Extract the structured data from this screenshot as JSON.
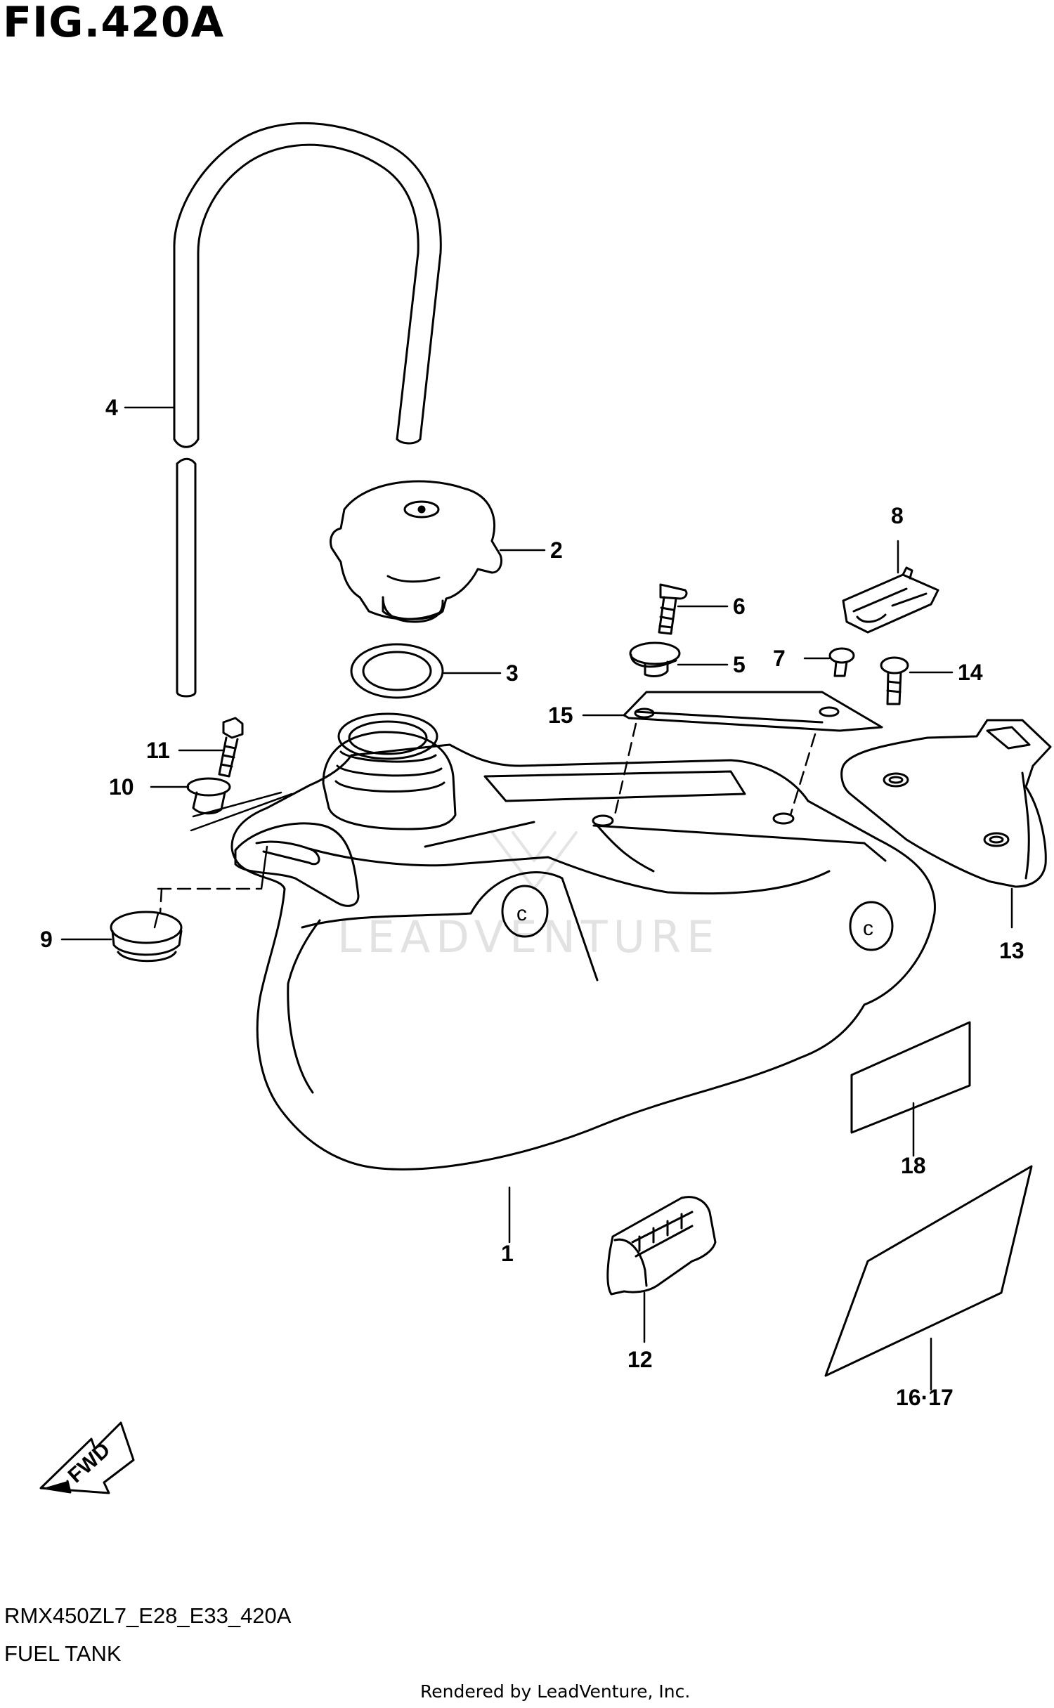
{
  "figure": {
    "title": "FIG.420A",
    "code": "RMX450ZL7_E28_E33_420A",
    "name": "FUEL TANK",
    "credit": "Rendered by LeadVenture, Inc.",
    "watermark": "LEADVENTURE",
    "direction_label": "FWD"
  },
  "callouts": [
    {
      "id": "c1",
      "label": "1"
    },
    {
      "id": "c2",
      "label": "2"
    },
    {
      "id": "c3",
      "label": "3"
    },
    {
      "id": "c4",
      "label": "4"
    },
    {
      "id": "c5",
      "label": "5"
    },
    {
      "id": "c6",
      "label": "6"
    },
    {
      "id": "c7",
      "label": "7"
    },
    {
      "id": "c8",
      "label": "8"
    },
    {
      "id": "c9",
      "label": "9"
    },
    {
      "id": "c10",
      "label": "10"
    },
    {
      "id": "c11",
      "label": "11"
    },
    {
      "id": "c12",
      "label": "12"
    },
    {
      "id": "c13",
      "label": "13"
    },
    {
      "id": "c14",
      "label": "14"
    },
    {
      "id": "c15",
      "label": "15"
    },
    {
      "id": "c16",
      "label": "16·17"
    },
    {
      "id": "c18",
      "label": "18"
    }
  ]
}
